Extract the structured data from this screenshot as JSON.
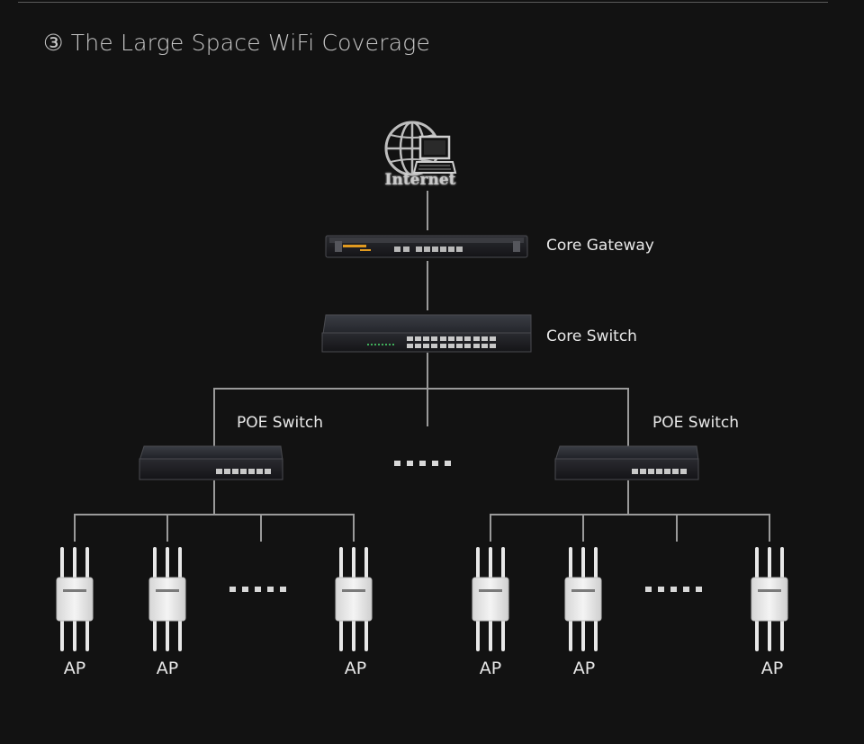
{
  "title": "③ The Large Space WiFi Coverage",
  "internet": {
    "label": "Internet",
    "icon": "globe-laptop-icon"
  },
  "core_gateway": {
    "label": "Core Gateway"
  },
  "core_switch": {
    "label": "Core Switch"
  },
  "poe_switches": [
    {
      "label": "POE Switch"
    },
    {
      "label": "POE Switch"
    }
  ],
  "access_points": [
    {
      "label": "AP"
    },
    {
      "label": "AP"
    },
    {
      "label": "AP"
    },
    {
      "label": "AP"
    },
    {
      "label": "AP"
    },
    {
      "label": "AP"
    }
  ],
  "colors": {
    "background": "#121212",
    "line": "#9a9a9a",
    "text": "#e8e8e8"
  }
}
